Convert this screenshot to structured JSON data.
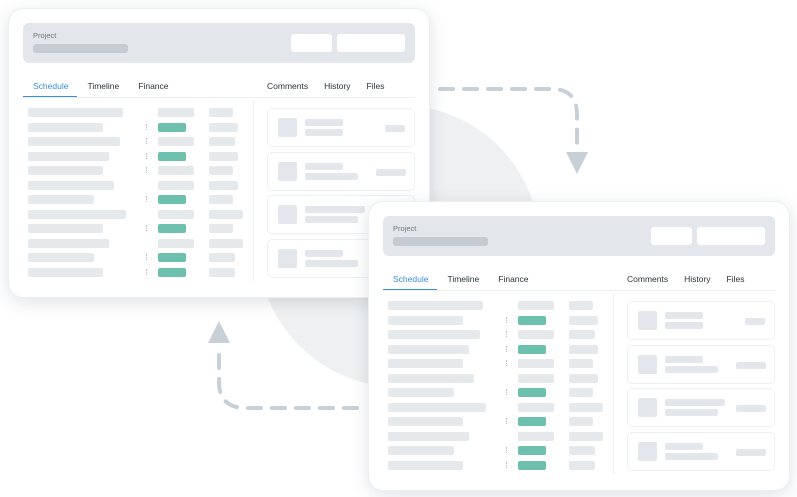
{
  "header": {
    "project_label": "Project"
  },
  "tabs_left": [
    {
      "label": "Schedule",
      "active": true
    },
    {
      "label": "Timeline",
      "active": false
    },
    {
      "label": "Finance",
      "active": false
    }
  ],
  "tabs_right": [
    {
      "label": "Comments"
    },
    {
      "label": "History"
    },
    {
      "label": "Files"
    }
  ],
  "colors": {
    "accent": "#3a8fd6",
    "status_green": "#6dbfae",
    "placeholder": "#e6e9ec",
    "arrow": "#c8d0d7"
  }
}
